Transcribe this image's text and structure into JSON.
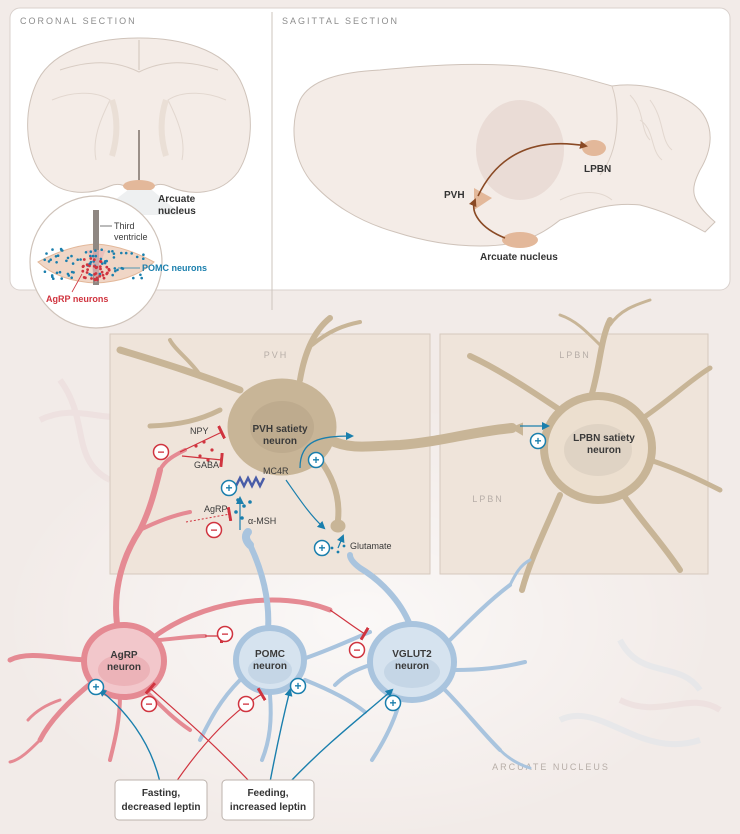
{
  "panels": {
    "coronal": {
      "title": "CORONAL SECTION",
      "arcuate_label_1": "Arcuate",
      "arcuate_label_2": "nucleus",
      "third_ventricle_1": "Third",
      "third_ventricle_2": "ventricle",
      "pomc_label": "POMC neurons",
      "agrp_label": "AgRP neurons"
    },
    "sagittal": {
      "title": "SAGITTAL SECTION",
      "pvh": "PVH",
      "lpbn": "LPBN",
      "arcuate": "Arcuate nucleus"
    }
  },
  "regions": {
    "pvh": "PVH",
    "lpbn": "LPBN",
    "arcuate": "ARCUATE NUCLEUS"
  },
  "neurons": {
    "pvh_1": "PVH satiety",
    "pvh_2": "neuron",
    "lpbn_1": "LPBN satiety",
    "lpbn_2": "neuron",
    "agrp_1": "AgRP",
    "agrp_2": "neuron",
    "pomc_1": "POMC",
    "pomc_2": "neuron",
    "vglut2_1": "VGLUT2",
    "vglut2_2": "neuron"
  },
  "signals": {
    "npy": "NPY",
    "gaba": "GABA",
    "agrp": "AgRP",
    "amsh": "α-MSH",
    "mc4r": "MC4R",
    "glutamate": "Glutamate"
  },
  "conditions": {
    "fasting_1": "Fasting,",
    "fasting_2": "decreased leptin",
    "feeding_1": "Feeding,",
    "feeding_2": "increased leptin"
  },
  "signs": {
    "plus": "+",
    "minus": "−"
  },
  "colors": {
    "agrp": "#e58a93",
    "pomc": "#a9c4de",
    "pvh": "#c8b597",
    "inhibit": "#d0343f",
    "excite": "#1a7fad",
    "arrow_brown": "#8a4a25",
    "arcuate_tissue": "#e3b89a"
  }
}
